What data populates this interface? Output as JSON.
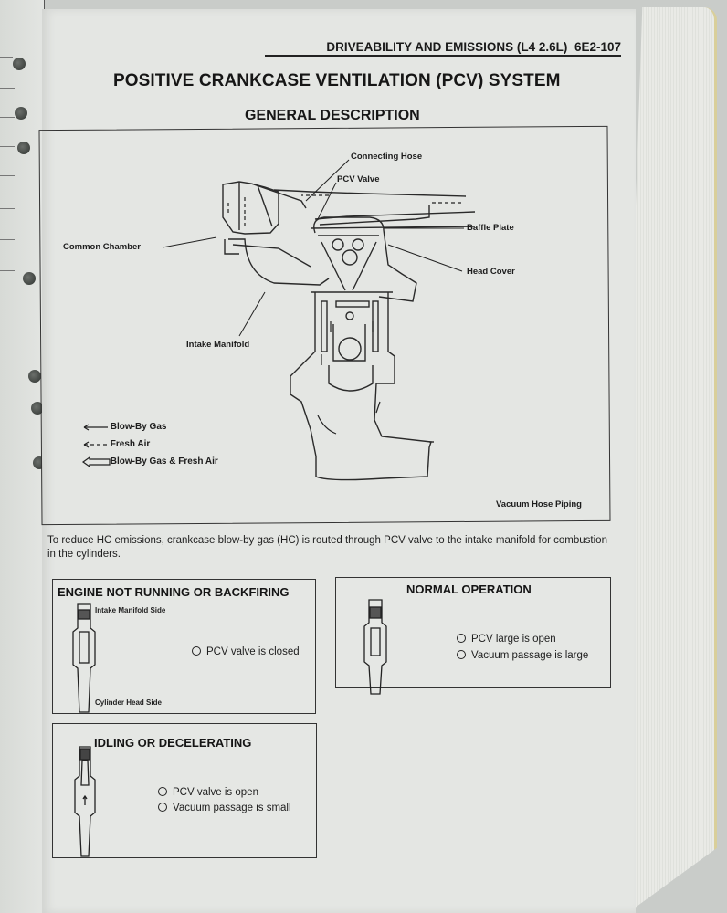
{
  "header": {
    "section": "DRIVEABILITY AND EMISSIONS (L4 2.6L)",
    "page_number": "6E2-107"
  },
  "title": "POSITIVE CRANKCASE VENTILATION (PCV) SYSTEM",
  "subtitle": "GENERAL DESCRIPTION",
  "diagram": {
    "labels": {
      "connecting_hose": "Connecting Hose",
      "pcv_valve": "PCV Valve",
      "baffle_plate": "Baffle Plate",
      "common_chamber": "Common Chamber",
      "head_cover": "Head Cover",
      "intake_manifold": "Intake Manifold",
      "vacuum_hose_piping": "Vacuum Hose Piping"
    },
    "legend": [
      {
        "symbol": "solid-arrow-icon",
        "label": "Blow-By Gas"
      },
      {
        "symbol": "dashed-arrow-icon",
        "label": "Fresh Air"
      },
      {
        "symbol": "hollow-arrow-icon",
        "label": "Blow-By Gas & Fresh Air"
      }
    ]
  },
  "description": "To reduce HC emissions, crankcase blow-by gas (HC) is routed through PCV valve to the intake manifold for combustion in the cylinders.",
  "states": [
    {
      "title": "ENGINE NOT RUNNING OR BACKFIRING",
      "top_label": "Intake Manifold Side",
      "bottom_label": "Cylinder Head Side",
      "items": [
        "PCV valve is closed"
      ]
    },
    {
      "title": "NORMAL OPERATION",
      "items": [
        "PCV large is open",
        "Vacuum passage is large"
      ]
    },
    {
      "title": "IDLING OR DECELERATING",
      "items": [
        "PCV valve is open",
        "Vacuum passage is small"
      ]
    }
  ]
}
